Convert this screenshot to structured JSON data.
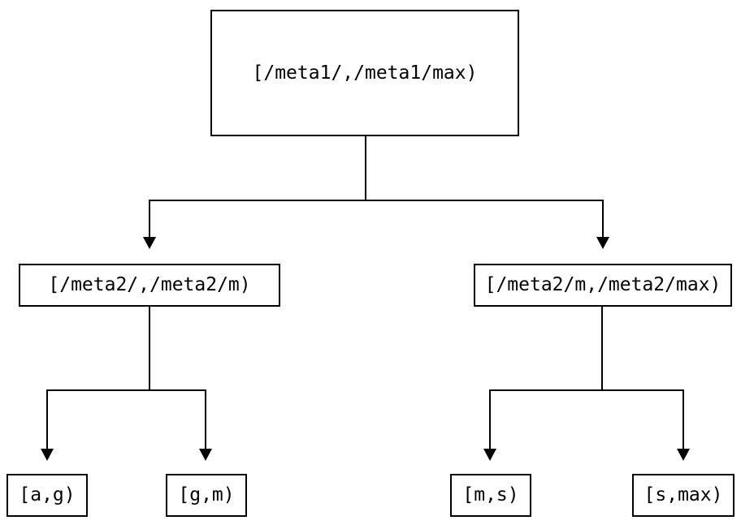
{
  "tree": {
    "root": {
      "label": "[/meta1/,/meta1/max)"
    },
    "children": [
      {
        "label": "[/meta2/,/meta2/m)",
        "children": [
          {
            "label": "[a,g)"
          },
          {
            "label": "[g,m)"
          }
        ]
      },
      {
        "label": "[/meta2/m,/meta2/max)",
        "children": [
          {
            "label": "[m,s)"
          },
          {
            "label": "[s,max)"
          }
        ]
      }
    ]
  },
  "style": {
    "line_color": "#000000",
    "background_color": "#ffffff"
  }
}
